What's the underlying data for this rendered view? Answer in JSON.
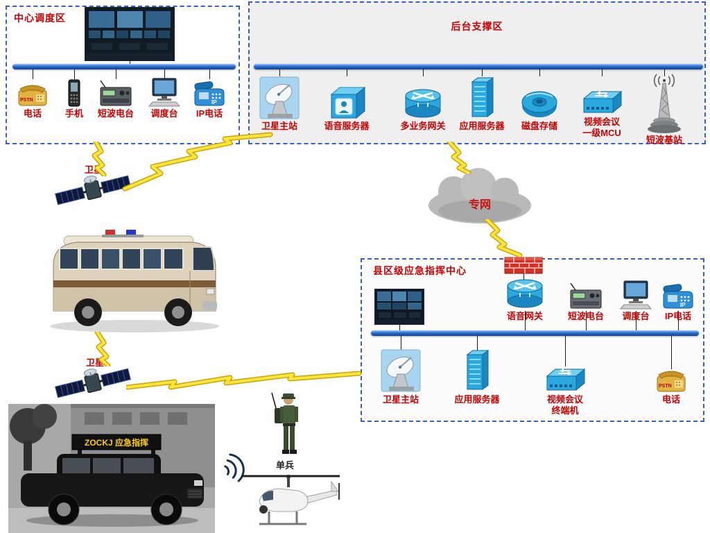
{
  "zones": {
    "central": {
      "title": "中心调度区",
      "devices": [
        {
          "label": "电话"
        },
        {
          "label": "手机"
        },
        {
          "label": "短波电台"
        },
        {
          "label": "调度台"
        },
        {
          "label": "IP电话"
        }
      ]
    },
    "backend": {
      "title": "后台支撑区",
      "devices": [
        {
          "label": "卫星主站"
        },
        {
          "label": "语音服务器"
        },
        {
          "label": "多业务网关"
        },
        {
          "label": "应用服务器"
        },
        {
          "label": "磁盘存储"
        },
        {
          "label": "视频会议",
          "label2": "一级MCU"
        },
        {
          "label": "短波基站"
        }
      ]
    },
    "county": {
      "title": "县区级应急指挥中心",
      "top_devices": [
        {
          "label": "语音网关"
        },
        {
          "label": "短波电台"
        },
        {
          "label": "调度台"
        },
        {
          "label": "IP电话"
        }
      ],
      "bottom_devices": [
        {
          "label": "卫星主站"
        },
        {
          "label": "应用服务器"
        },
        {
          "label": "视频会议",
          "label2": "终端机"
        },
        {
          "label": "电话"
        }
      ]
    }
  },
  "annotations": {
    "satellite_top": "卫星",
    "satellite_bottom": "卫星",
    "private_network": "专网",
    "soldier": "单兵"
  },
  "icon_text": {
    "pstn": "PSTN",
    "ip": "IP",
    "suv_sign": "ZOCKJ 应急指挥"
  },
  "colors": {
    "label_red": "#cc0000",
    "bus_bar_blue": "#2f6fd0",
    "zone_border_blue": "#3a5fc0",
    "lightning_yellow": "#ffe53d",
    "device_cyan": "#2aa9e1",
    "cloud_gray": "#b9b9b9",
    "firewall_red": "#d03026"
  }
}
